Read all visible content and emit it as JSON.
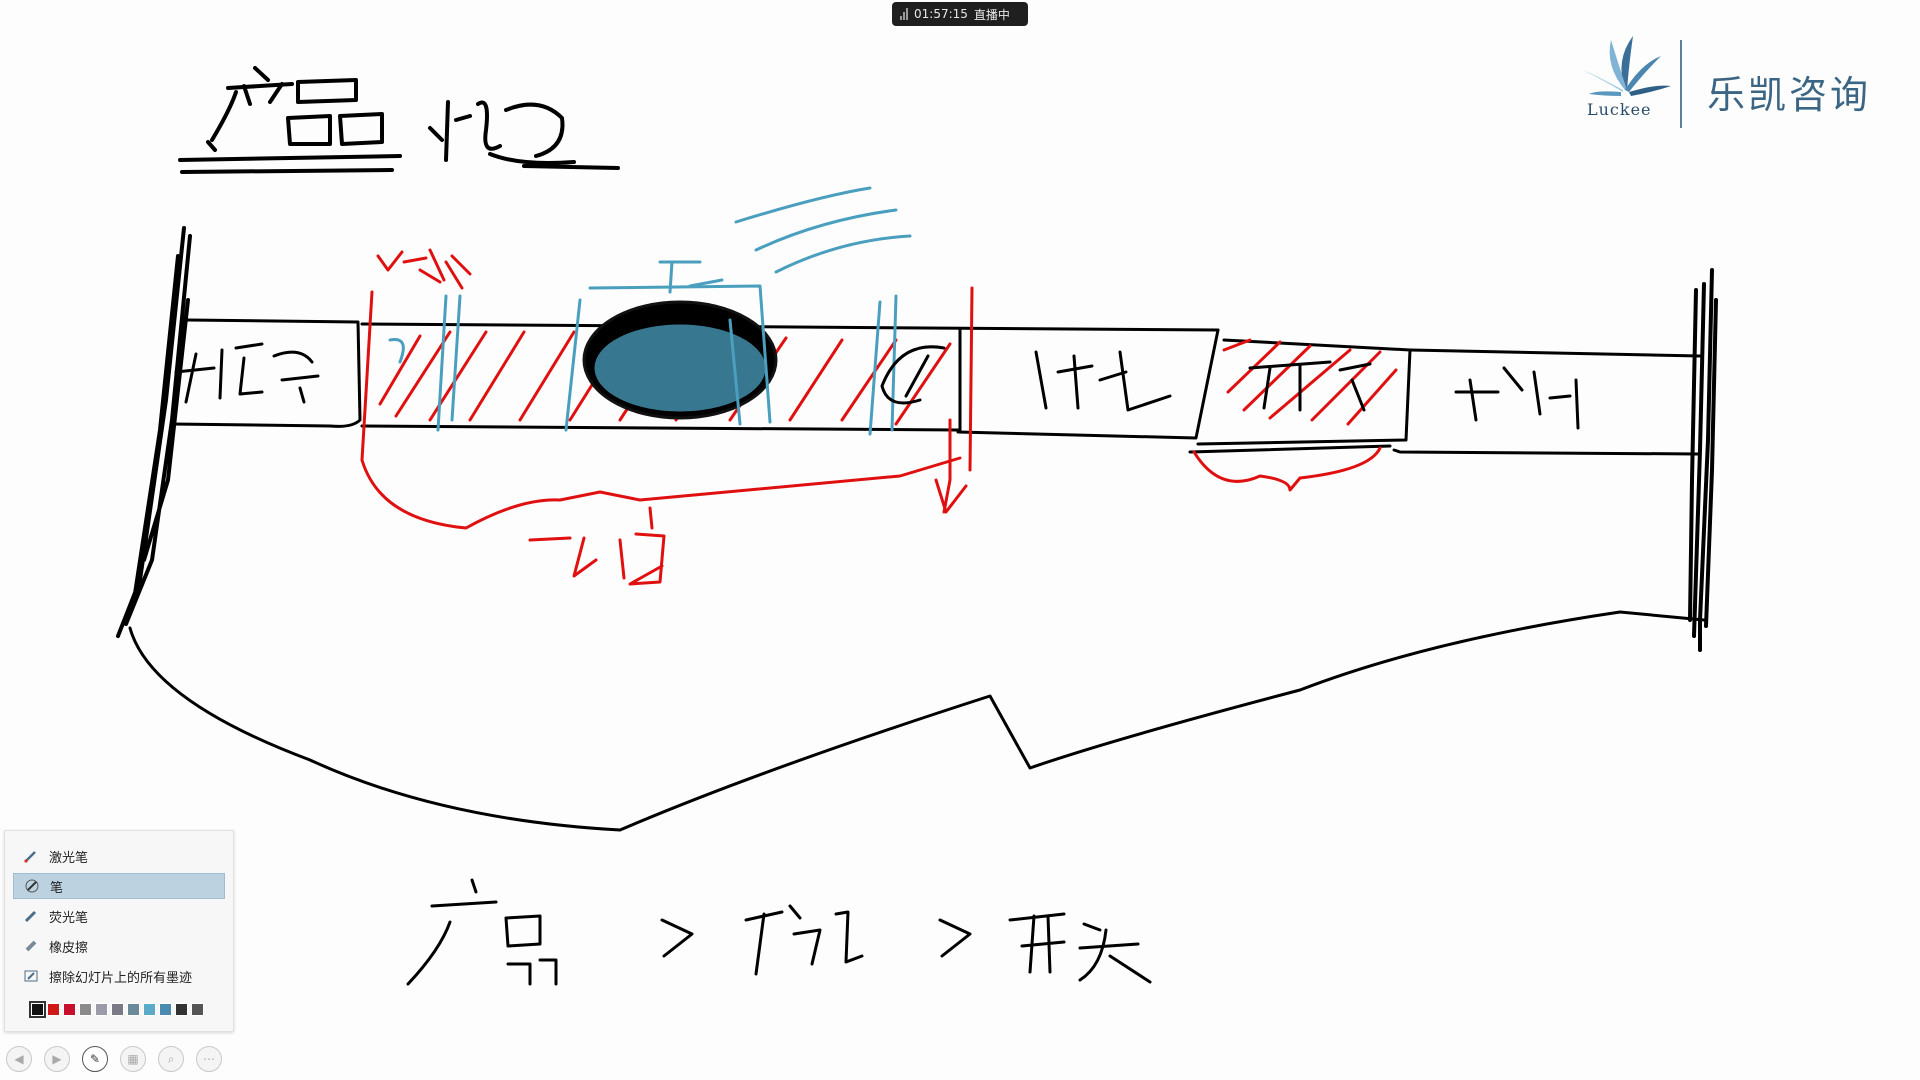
{
  "status_bar": {
    "timer": "01:57:15",
    "live_label": "直播中"
  },
  "logo": {
    "latin": "Luckee",
    "chinese": "乐凯咨询"
  },
  "colors": {
    "ink_black": "#000000",
    "ink_red": "#e01010",
    "ink_blue": "#4a9fbf",
    "logo_blue": "#3b6584"
  },
  "pen_menu": {
    "items": [
      {
        "label": "激光笔",
        "icon": "laser-pointer-icon",
        "selected": false
      },
      {
        "label": "笔",
        "icon": "pen-icon",
        "selected": true
      },
      {
        "label": "荧光笔",
        "icon": "highlighter-icon",
        "selected": false
      },
      {
        "label": "橡皮擦",
        "icon": "eraser-icon",
        "selected": false
      },
      {
        "label": "擦除幻灯片上的所有墨迹",
        "icon": "erase-all-ink-icon",
        "selected": false
      }
    ],
    "swatches": [
      "#111111",
      "#d01818",
      "#c8102e",
      "#8a8a8a",
      "#9a9aa8",
      "#7a7a86",
      "#6a8a9a",
      "#5aaac8",
      "#4a8ab0",
      "#333333",
      "#555555"
    ],
    "selected_swatch": 0
  },
  "controls": [
    {
      "icon": "previous-icon"
    },
    {
      "icon": "next-icon"
    },
    {
      "icon": "pen-tool-icon",
      "active": true
    },
    {
      "icon": "slides-grid-icon"
    },
    {
      "icon": "zoom-icon"
    },
    {
      "icon": "more-options-icon"
    }
  ]
}
